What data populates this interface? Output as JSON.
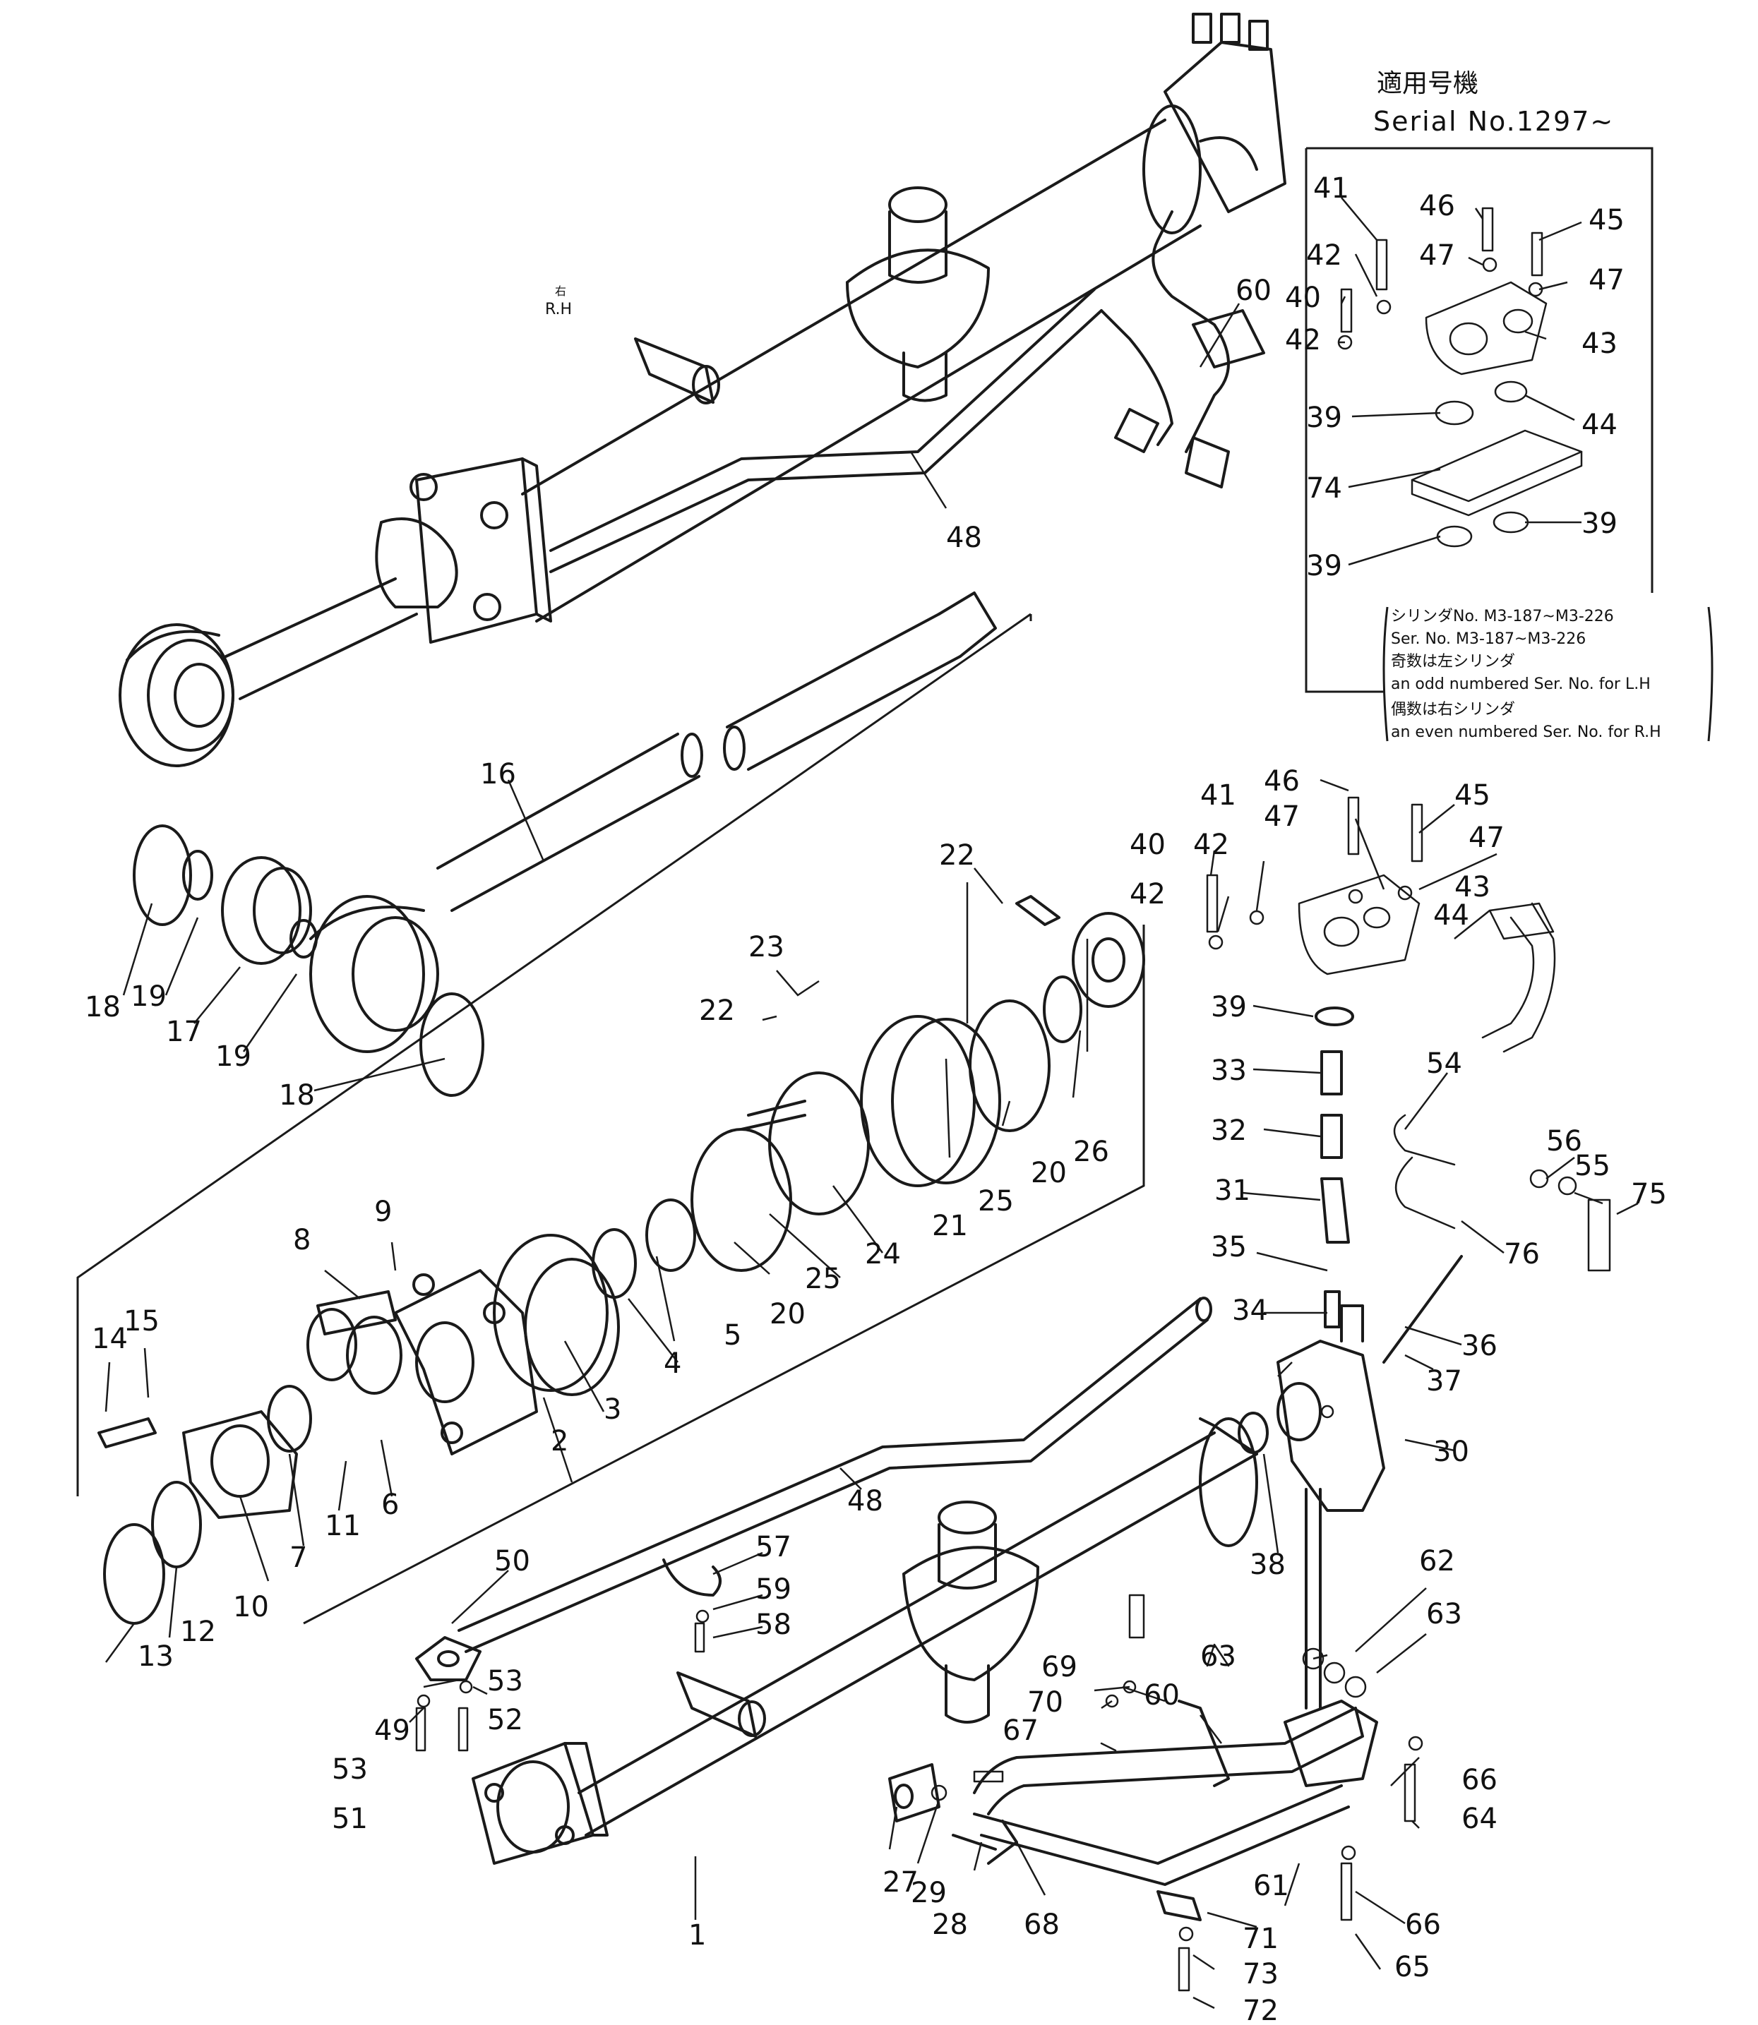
{
  "header": {
    "applicable_label": "適用号機",
    "serial_label": "Serial No.1297~"
  },
  "rh_tag": {
    "kanji": "右",
    "label": "R.H"
  },
  "note": {
    "lines": [
      "シリンダNo. M3-187~M3-226",
      "Ser. No. M3-187~M3-226",
      "奇数は左シリンダ",
      "an odd numbered Ser. No. for L.H",
      "偶数は右シリンダ",
      "an even numbered Ser. No. for R.H"
    ]
  },
  "callouts": [
    "41",
    "46",
    "45",
    "42",
    "47",
    "40",
    "47",
    "42",
    "43",
    "60",
    "39",
    "44",
    "74",
    "39",
    "39",
    "48",
    "16",
    "18",
    "19",
    "17",
    "19",
    "18",
    "22",
    "23",
    "22",
    "26",
    "20",
    "21",
    "25",
    "24",
    "25",
    "20",
    "5",
    "4",
    "3",
    "2",
    "9",
    "8",
    "6",
    "11",
    "7",
    "10",
    "12",
    "13",
    "14",
    "15",
    "46",
    "45",
    "41",
    "47",
    "40",
    "42",
    "47",
    "42",
    "43",
    "44",
    "39",
    "33",
    "54",
    "32",
    "56",
    "55",
    "75",
    "31",
    "76",
    "35",
    "34",
    "36",
    "37",
    "30",
    "38",
    "48",
    "50",
    "57",
    "59",
    "58",
    "62",
    "63",
    "63",
    "53",
    "69",
    "70",
    "60",
    "67",
    "66",
    "49",
    "52",
    "53",
    "51",
    "64",
    "27",
    "29",
    "28",
    "68",
    "61",
    "66",
    "71",
    "73",
    "65",
    "72",
    "1"
  ]
}
